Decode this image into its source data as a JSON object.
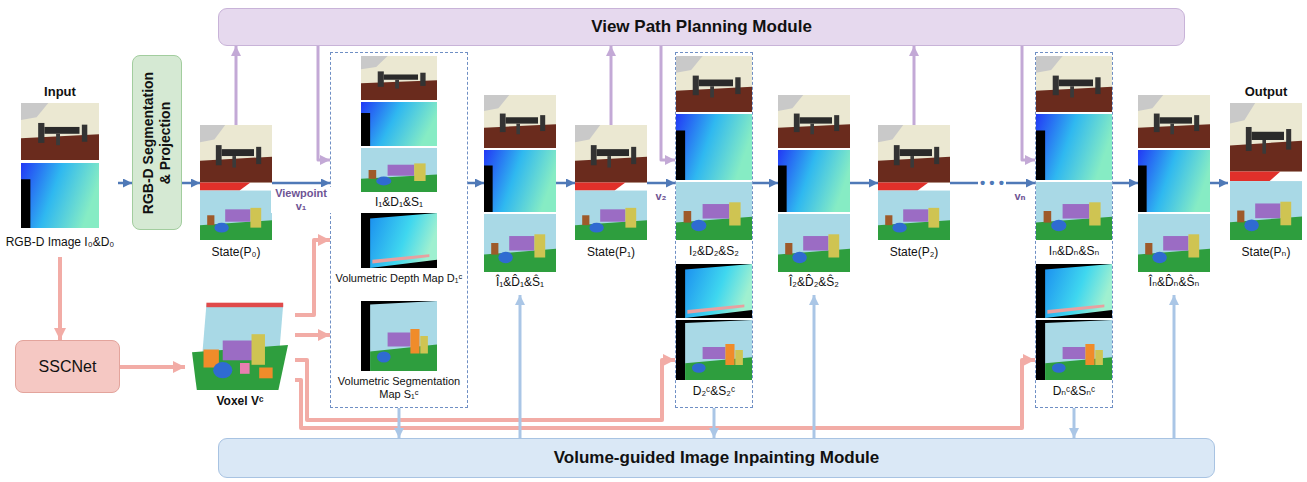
{
  "diagram": {
    "nodes": [
      {
        "text": [
          "View Path Planning Module"
        ]
      },
      {
        "text": [
          "Input",
          "RGB-D Image I₀&D₀"
        ]
      },
      {
        "text": [
          "RGB-D Segmentation & Projection"
        ]
      },
      {
        "text": [
          "SSCNet"
        ]
      },
      {
        "text": [
          "Voxel Vᶜ"
        ]
      },
      {
        "text": [
          "State(P₀)"
        ]
      },
      {
        "text": [
          "I₁&D₁&S₁",
          "Volumetric Depth Map D₁ᶜ",
          "Volumetric Segmentation Map S₁ᶜ"
        ]
      },
      {
        "text": [
          "Î₁&D̂₁&Ŝ₁"
        ]
      },
      {
        "text": [
          "State(P₁)"
        ]
      },
      {
        "text": [
          "I₂&D₂&S₂",
          "D₂ᶜ&S₂ᶜ"
        ]
      },
      {
        "text": [
          "Î₂&D̂₂&Ŝ₂"
        ]
      },
      {
        "text": [
          "State(P₂)"
        ]
      },
      {
        "text": [
          "Iₙ&Dₙ&Sₙ",
          "Dₙᶜ&Sₙᶜ"
        ]
      },
      {
        "text": [
          "Îₙ&D̂ₙ&Ŝₙ"
        ]
      },
      {
        "text": [
          "Output",
          "State(Pₙ)"
        ]
      },
      {
        "text": [
          "Volume-guided Image Inpainting Module"
        ]
      }
    ],
    "edges": [
      {
        "from": 1,
        "to": 2,
        "arrow": "to"
      },
      {
        "from": 2,
        "to": 5,
        "arrow": "to"
      },
      {
        "from": 5,
        "to": 6,
        "label": "Viewpoint v₁",
        "arrow": "to"
      },
      {
        "from": 6,
        "to": 7,
        "arrow": "to"
      },
      {
        "from": 7,
        "to": 8,
        "arrow": "to"
      },
      {
        "from": 8,
        "to": 9,
        "label": "v₂",
        "arrow": "to"
      },
      {
        "from": 9,
        "to": 10,
        "arrow": "to"
      },
      {
        "from": 10,
        "to": 11,
        "arrow": "to"
      },
      {
        "from": 11,
        "to": 12,
        "label": "vₙ",
        "arrow": "to"
      },
      {
        "from": 12,
        "to": 13,
        "arrow": "to"
      },
      {
        "from": 13,
        "to": 14,
        "arrow": "to"
      },
      {
        "from": 1,
        "to": 3,
        "arrow": "to"
      },
      {
        "from": 3,
        "to": 4,
        "arrow": "to"
      },
      {
        "from": 4,
        "to": 6,
        "arrow": "to"
      },
      {
        "from": 4,
        "to": 6,
        "arrow": "to"
      },
      {
        "from": 4,
        "to": 9,
        "arrow": "to"
      },
      {
        "from": 4,
        "to": 12,
        "arrow": "to"
      },
      {
        "from": 5,
        "to": 0,
        "arrow": "to"
      },
      {
        "from": 0,
        "to": 6,
        "arrow": "to"
      },
      {
        "from": 8,
        "to": 0,
        "arrow": "to"
      },
      {
        "from": 0,
        "to": 9,
        "arrow": "to"
      },
      {
        "from": 11,
        "to": 0,
        "arrow": "to"
      },
      {
        "from": 0,
        "to": 12,
        "arrow": "to"
      },
      {
        "from": 6,
        "to": 15,
        "arrow": "to"
      },
      {
        "from": 15,
        "to": 7,
        "arrow": "to"
      },
      {
        "from": 9,
        "to": 15,
        "arrow": "to"
      },
      {
        "from": 15,
        "to": 10,
        "arrow": "to"
      },
      {
        "from": 12,
        "to": 15,
        "arrow": "to"
      },
      {
        "from": 15,
        "to": 13,
        "arrow": "to"
      }
    ],
    "labels": [
      "• • •"
    ]
  }
}
